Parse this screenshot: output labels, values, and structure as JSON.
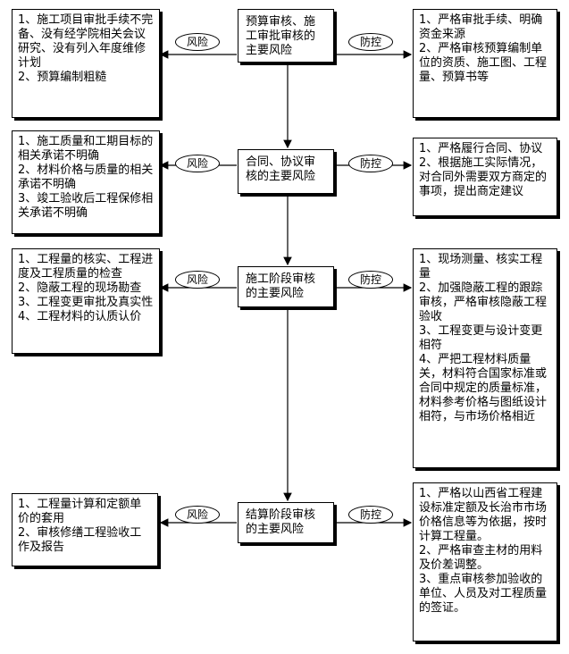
{
  "stages": [
    {
      "center": "预算审核、施工审批审核的主要风险",
      "risk_label": "风险",
      "control_label": "防控",
      "risks": "1、施工项目审批手续不完备、没有经学院相关会议研究、没有列入年度维修计划\n2、预算编制粗糙",
      "controls": "1、严格审批手续、明确资金来源\n2、严格审核预算编制单位的资质、施工图、工程量、预算书等"
    },
    {
      "center": "合同、协议审核的主要风险",
      "risk_label": "风险",
      "control_label": "防控",
      "risks": "1、施工质量和工期目标的相关承诺不明确\n2、材料价格与质量的相关承诺不明确\n3、竣工验收后工程保修相关承诺不明确",
      "controls": "1、严格履行合同、协议\n2、根据施工实际情况，对合同外需要双方商定的事项，提出商定建议"
    },
    {
      "center": "施工阶段审核的主要风险",
      "risk_label": "风险",
      "control_label": "防控",
      "risks": "1、工程量的核实、工程进度及工程质量的检查\n2、隐蔽工程的现场勘查\n3、工程变更审批及真实性\n4、工程材料的认质认价",
      "controls": "1、现场测量、核实工程量\n2、加强隐蔽工程的跟踪审核，严格审核隐蔽工程验收\n3、工程变更与设计变更相符\n4、严把工程材料质量关，材料符合国家标准或合同中规定的质量标准，材料参考价格与图纸设计相符，与市场价格相近"
    },
    {
      "center": "结算阶段审核的主要风险",
      "risk_label": "风险",
      "control_label": "防控",
      "risks": "1、工程量计算和定额单价的套用\n2、审核修缮工程验收工作及报告",
      "controls": "1、严格以山西省工程建设标准定额及长治市市场价格信息等为依据，按时计算工程量。\n2、严格审查主材的用料及价差调整。\n3、重点审核参加验收的单位、人员及对工程质量的签证。"
    }
  ]
}
